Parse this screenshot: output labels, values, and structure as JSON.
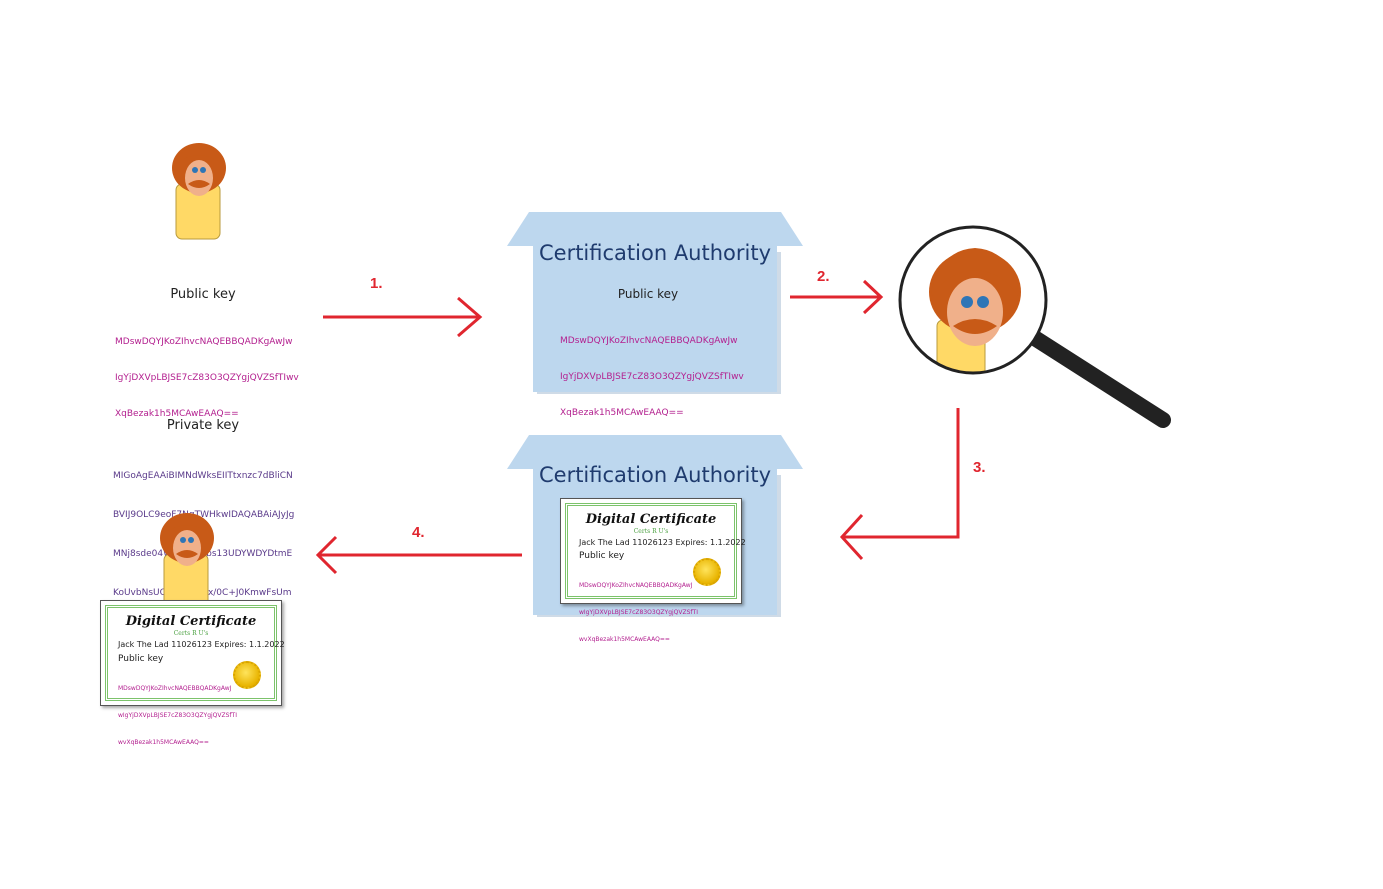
{
  "left_panel": {
    "public_key_title": "Public key",
    "public_key_lines": [
      "MDswDQYJKoZIhvcNAQEBBQADKgAwJw",
      "IgYjDXVpLBJSE7cZ83O3QZYgjQVZSfTIwv",
      "XqBezak1h5MCAwEAAQ=="
    ],
    "private_key_title": "Private key",
    "private_key_lines": [
      "MIGoAgEAAiBIMNdWksEIITtxnzc7dBliCN",
      "BVIJ9OLC9eoF7NqTWHkwIDAQABAiAJyJg",
      "MNj8sde04Wwbj06Obs13UDYWDYDtmE",
      "KoUvbNsUQIRAKnlN0x/0C+J0KmwFsUm"
    ]
  },
  "steps": {
    "s1": "1.",
    "s2": "2.",
    "s3": "3.",
    "s4": "4."
  },
  "ca_top": {
    "title": "Certification Authority",
    "public_key_title": "Public key",
    "public_key_lines": [
      "MDswDQYJKoZIhvcNAQEBBQADKgAwJw",
      "IgYjDXVpLBJSE7cZ83O3QZYgjQVZSfTIwv",
      "XqBezak1h5MCAwEAAQ=="
    ]
  },
  "ca_bottom": {
    "title": "Certification Authority"
  },
  "certificate": {
    "title": "Digital Certificate",
    "issuer": "Certs R U's",
    "holder_line": "Jack The Lad   11026123   Expires: 1.1.2022",
    "public_key_label": "Public key",
    "key_lines": [
      "MDswDQYJKoZIhvcNAQEBBQADKgAwJ",
      "wIgYjDXVpLBJSE7cZ83O3QZYgjQVZSfTI",
      "wvXqBezak1h5MCAwEAAQ=="
    ]
  },
  "colors": {
    "arrow": "#e0262f",
    "ca_box": "#bdd7ee",
    "hair": "#c85a17",
    "skin": "#f0b08a",
    "shirt": "#ffd966",
    "eyes": "#2e75b6"
  }
}
